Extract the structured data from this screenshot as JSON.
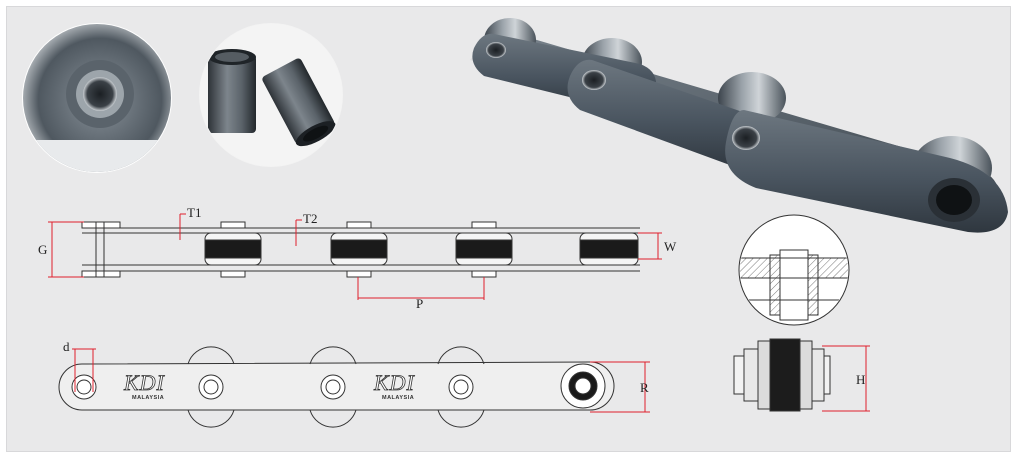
{
  "labels": {
    "t1": "T1",
    "t2": "T2",
    "g": "G",
    "w": "W",
    "p": "P",
    "d": "d",
    "r": "R",
    "h": "H"
  },
  "brand": {
    "logo_text": "KDI",
    "logo_sub": "MALAYSIA"
  },
  "colors": {
    "background": "#e9e9ea",
    "dimension_line": "#e0202c",
    "drawing_line": "#333333",
    "chain_steel": "#4a5560"
  },
  "photos": [
    {
      "name": "bushing-closeup-photo"
    },
    {
      "name": "bushings-photo"
    },
    {
      "name": "hollow-pin-chain-photo"
    }
  ]
}
